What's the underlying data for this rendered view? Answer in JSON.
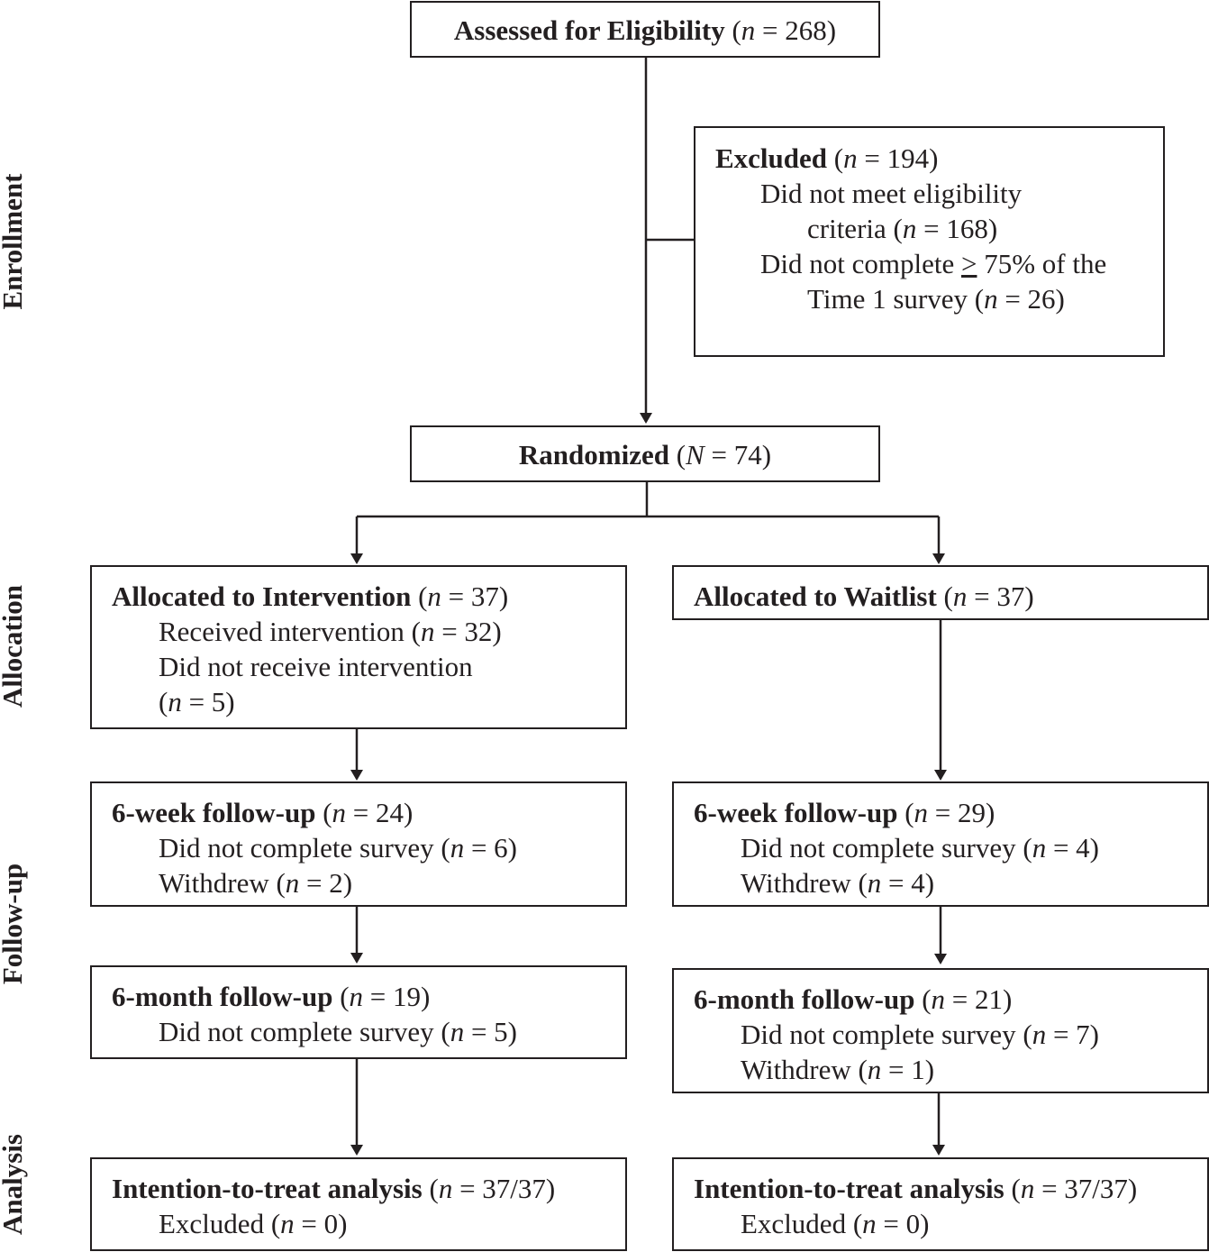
{
  "stages": {
    "enrollment": "Enrollment",
    "allocation": "Allocation",
    "followup": "Follow-up",
    "analysis": "Analysis"
  },
  "assessed": {
    "title": "Assessed for Eligibility",
    "n_sym": "n",
    "n_val": " = 268)"
  },
  "excluded": {
    "title": "Excluded",
    "n_val": " = 194)",
    "line1": "Did not meet eligibility",
    "line2_pre": "criteria (",
    "line2_val": " = 168)",
    "line3_pre": "Did not complete ",
    "line3_ge": ">",
    "line3_post": " 75% of the",
    "line4_pre": "Time 1 survey   (",
    "line4_val": " = 26)"
  },
  "randomized": {
    "title": "Randomized",
    "n_sym": "N",
    "n_val": " = 74)"
  },
  "intervention": {
    "title": "Allocated to Intervention",
    "n_val": " = 37)",
    "line1_pre": "Received intervention (",
    "line1_val": " = 32)",
    "line2": "Did not receive intervention",
    "line3_val": " = 5)"
  },
  "waitlist": {
    "title": "Allocated to Waitlist",
    "n_val": " = 37)"
  },
  "int_6week": {
    "title": "6-week follow-up",
    "n_val": " = 24)",
    "line1_pre": "Did not complete survey (",
    "line1_val": " = 6)",
    "line2_pre": "Withdrew (",
    "line2_val": " = 2)"
  },
  "wait_6week": {
    "title": "6-week follow-up",
    "n_val": " = 29)",
    "line1_pre": "Did not complete survey (",
    "line1_val": " = 4)",
    "line2_pre": "Withdrew (",
    "line2_val": " = 4)"
  },
  "int_6month": {
    "title": "6-month follow-up",
    "n_val": " = 19)",
    "line1_pre": "Did not complete survey (",
    "line1_val": " = 5)"
  },
  "wait_6month": {
    "title": "6-month follow-up",
    "n_val": " = 21)",
    "line1_pre": "Did not complete survey (",
    "line1_val": " = 7)",
    "line2_pre": "Withdrew (",
    "line2_val": " = 1)"
  },
  "int_itt": {
    "title": "Intention-to-treat analysis",
    "n_val": " = 37/37)",
    "line1_pre": "Excluded (",
    "line1_val": " = 0)"
  },
  "wait_itt": {
    "title": "Intention-to-treat analysis",
    "n_val": " = 37/37)",
    "line1_pre": "Excluded (",
    "line1_val": " = 0)"
  },
  "common": {
    "open": " (",
    "n": "n"
  },
  "colors": {
    "ink": "#231f20"
  }
}
